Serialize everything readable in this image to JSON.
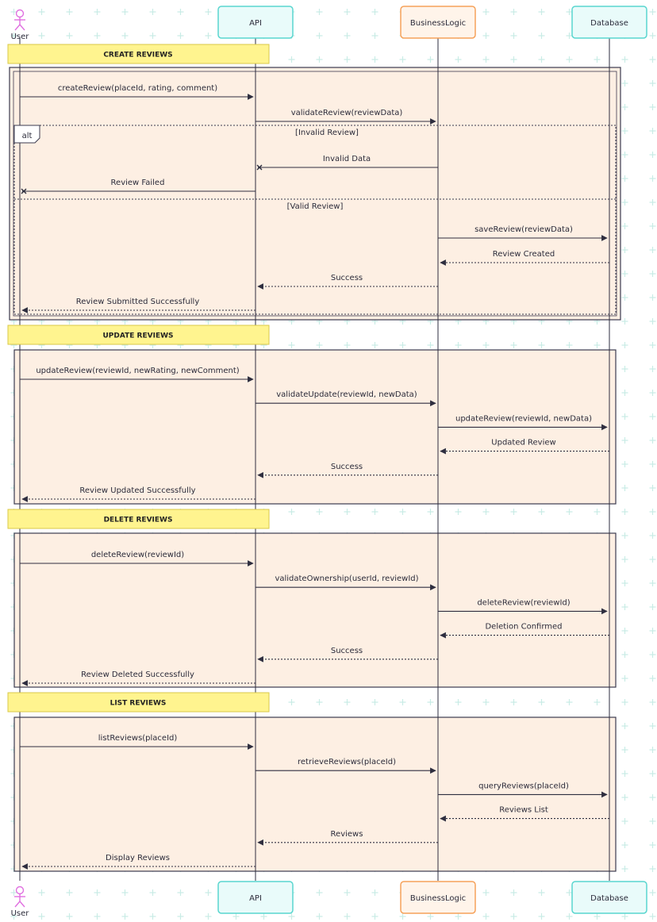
{
  "colors": {
    "grid_plus": "#c9ece6",
    "lifeline": "#2e2e3f",
    "api_border": "#59d6cf",
    "api_fill": "#e9fbfa",
    "bl_border": "#f6a25a",
    "bl_fill": "#fff4ea",
    "db_border": "#59d6cf",
    "db_fill": "#e9fbfa",
    "user_stroke": "#e070e0",
    "section_fill": "#fdefe3",
    "section_border": "#3b3b4f",
    "note_fill": "#fff48f",
    "note_border": "#d9c94a",
    "arrow": "#2e2e3f"
  },
  "participants": [
    {
      "id": "user",
      "label": "User",
      "type": "actor"
    },
    {
      "id": "api",
      "label": "API",
      "type": "box",
      "style": "teal"
    },
    {
      "id": "bl",
      "label": "BusinessLogic",
      "type": "box",
      "style": "orange"
    },
    {
      "id": "db",
      "label": "Database",
      "type": "box",
      "style": "teal"
    }
  ],
  "sections": [
    {
      "note": "CREATE REVIEWS",
      "messages": [
        {
          "from": "user",
          "to": "api",
          "text": "createReview(placeId, rating, comment)",
          "style": "solid"
        },
        {
          "from": "api",
          "to": "bl",
          "text": "validateReview(reviewData)",
          "style": "solid"
        }
      ],
      "alt": {
        "label": "alt",
        "branches": [
          {
            "condition": "[Invalid Review]",
            "messages": [
              {
                "from": "bl",
                "to": "api",
                "text": "Invalid Data",
                "style": "cross"
              },
              {
                "from": "api",
                "to": "user",
                "text": "Review Failed",
                "style": "cross"
              }
            ]
          },
          {
            "condition": "[Valid Review]",
            "messages": [
              {
                "from": "bl",
                "to": "db",
                "text": "saveReview(reviewData)",
                "style": "solid"
              },
              {
                "from": "db",
                "to": "bl",
                "text": "Review Created",
                "style": "dotted"
              },
              {
                "from": "bl",
                "to": "api",
                "text": "Success",
                "style": "dotted"
              },
              {
                "from": "api",
                "to": "user",
                "text": "Review Submitted Successfully",
                "style": "dotted"
              }
            ]
          }
        ]
      }
    },
    {
      "note": "UPDATE REVIEWS",
      "messages": [
        {
          "from": "user",
          "to": "api",
          "text": "updateReview(reviewId, newRating, newComment)",
          "style": "solid"
        },
        {
          "from": "api",
          "to": "bl",
          "text": "validateUpdate(reviewId, newData)",
          "style": "solid"
        },
        {
          "from": "bl",
          "to": "db",
          "text": "updateReview(reviewId, newData)",
          "style": "solid"
        },
        {
          "from": "db",
          "to": "bl",
          "text": "Updated Review",
          "style": "dotted"
        },
        {
          "from": "bl",
          "to": "api",
          "text": "Success",
          "style": "dotted"
        },
        {
          "from": "api",
          "to": "user",
          "text": "Review Updated Successfully",
          "style": "dotted"
        }
      ]
    },
    {
      "note": "DELETE REVIEWS",
      "messages": [
        {
          "from": "user",
          "to": "api",
          "text": "deleteReview(reviewId)",
          "style": "solid"
        },
        {
          "from": "api",
          "to": "bl",
          "text": "validateOwnership(userId, reviewId)",
          "style": "solid"
        },
        {
          "from": "bl",
          "to": "db",
          "text": "deleteReview(reviewId)",
          "style": "solid"
        },
        {
          "from": "db",
          "to": "bl",
          "text": "Deletion Confirmed",
          "style": "dotted"
        },
        {
          "from": "bl",
          "to": "api",
          "text": "Success",
          "style": "dotted"
        },
        {
          "from": "api",
          "to": "user",
          "text": "Review Deleted Successfully",
          "style": "dotted"
        }
      ]
    },
    {
      "note": "LIST REVIEWS",
      "messages": [
        {
          "from": "user",
          "to": "api",
          "text": "listReviews(placeId)",
          "style": "solid"
        },
        {
          "from": "api",
          "to": "bl",
          "text": "retrieveReviews(placeId)",
          "style": "solid"
        },
        {
          "from": "bl",
          "to": "db",
          "text": "queryReviews(placeId)",
          "style": "solid"
        },
        {
          "from": "db",
          "to": "bl",
          "text": "Reviews List",
          "style": "dotted"
        },
        {
          "from": "bl",
          "to": "api",
          "text": "Reviews",
          "style": "dotted"
        },
        {
          "from": "api",
          "to": "user",
          "text": "Display Reviews",
          "style": "dotted"
        }
      ]
    }
  ]
}
